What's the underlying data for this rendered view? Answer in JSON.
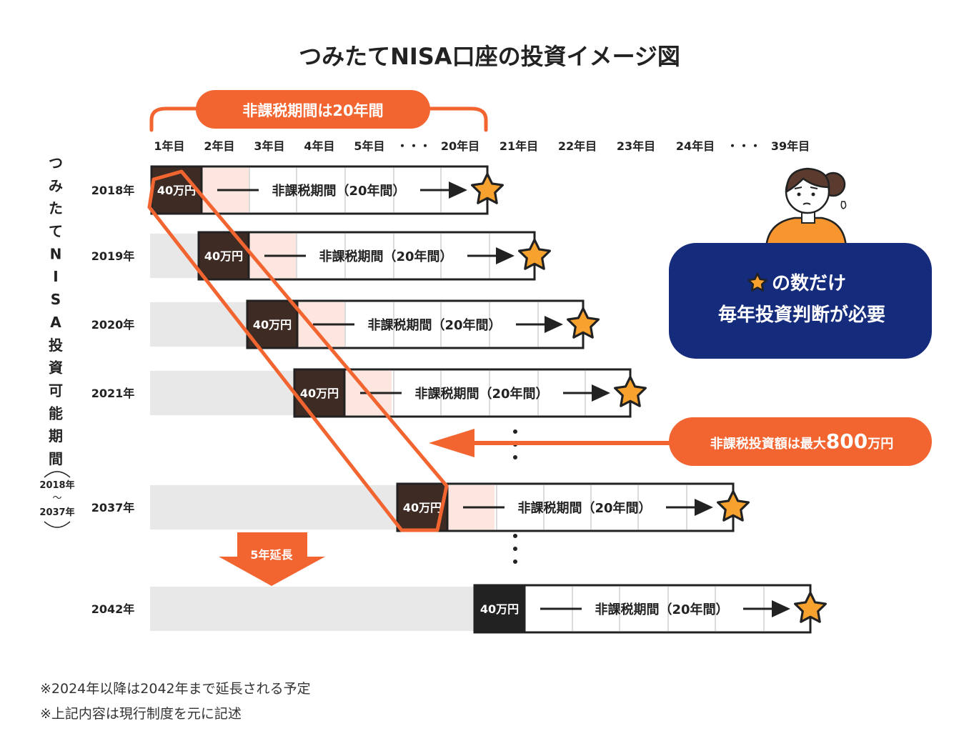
{
  "title": "つみたてNISA口座の投資イメージ図",
  "tax_free_header": "非課税期間は20年間",
  "year_columns": [
    "1年目",
    "2年目",
    "3年目",
    "4年目",
    "5年目",
    "・・・",
    "20年目",
    "21年目",
    "22年目",
    "23年目",
    "24年目",
    "・・・",
    "39年目"
  ],
  "vertical_label": "つみたてNISA投資可能期間",
  "vertical_range": {
    "start": "2018年",
    "tilde": "〜",
    "end": "2037年"
  },
  "rows": [
    {
      "year": "2018年",
      "amount": "40万円",
      "period": "非課税期間（20年間）"
    },
    {
      "year": "2019年",
      "amount": "40万円",
      "period": "非課税期間（20年間）"
    },
    {
      "year": "2020年",
      "amount": "40万円",
      "period": "非課税期間（20年間）"
    },
    {
      "year": "2021年",
      "amount": "40万円",
      "period": "非課税期間（20年間）"
    },
    {
      "year": "2037年",
      "amount": "40万円",
      "period": "非課税期間（20年間）"
    },
    {
      "year": "2042年",
      "amount": "40万円",
      "period": "非課税期間（20年間）"
    }
  ],
  "extension_label": "5年延長",
  "callout": {
    "line1": "の数だけ",
    "line2": "毎年投資判断が必要"
  },
  "max_callout": {
    "prefix": "非課税投資額は最大",
    "amount": "800",
    "suffix": "万円"
  },
  "notes": [
    "※2024年以降は2042年まで延長される予定",
    "※上記内容は現行制度を元に記述"
  ],
  "colors": {
    "orange": "#f26530",
    "navy": "#152b7c",
    "star": "#f7a22f",
    "dark_box": "#3d2b24",
    "pink": "#fde6df",
    "gray": "#e8e8e8",
    "black_box": "#222222"
  }
}
